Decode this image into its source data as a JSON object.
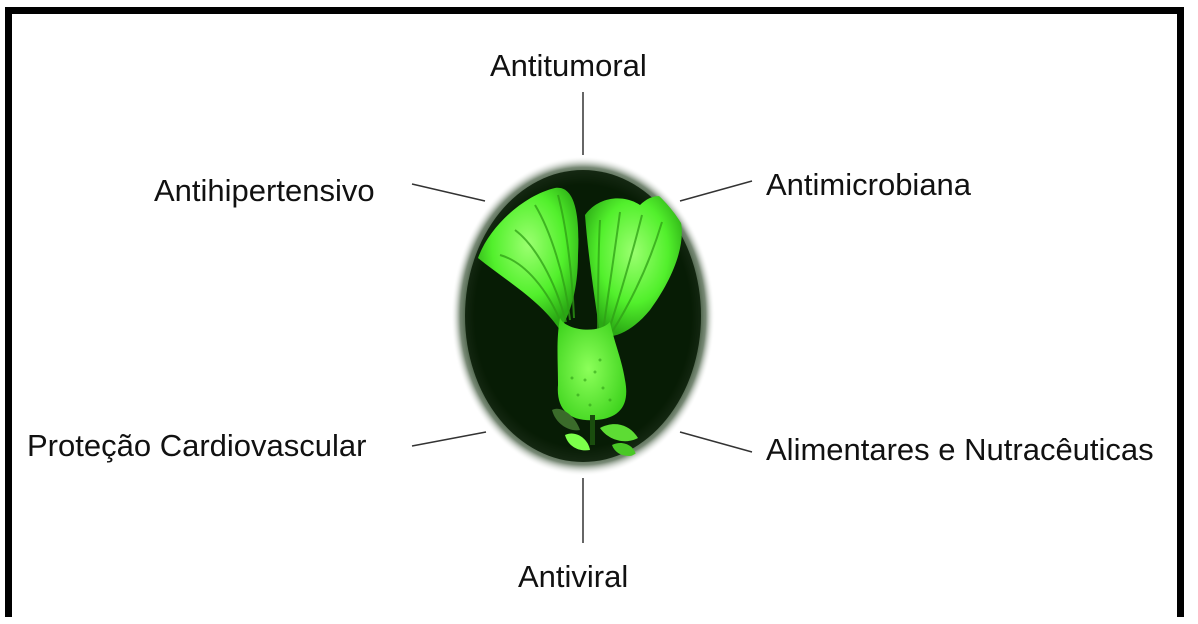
{
  "diagram": {
    "center": {
      "subject": "glowing green flower (Jaltomata)",
      "colors": {
        "glow": "#5dff35",
        "background": "#071a05"
      }
    },
    "labels": {
      "top": "Antitumoral",
      "upper_left": "Antihipertensivo",
      "upper_right": "Antimicrobiana",
      "lower_left": "Proteção Cardiovascular",
      "lower_right": "Alimentares e Nutracêuticas",
      "bottom": "Antiviral"
    },
    "colors": {
      "border": "#000000",
      "text": "#111111",
      "lines": "#333333"
    }
  }
}
